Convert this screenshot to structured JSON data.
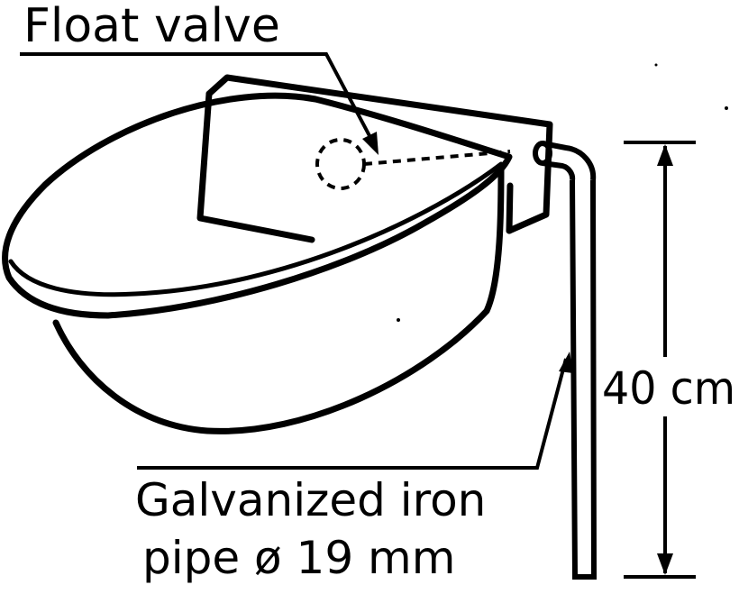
{
  "labels": {
    "float_valve": "Float valve",
    "pipe_line1": "Galvanized iron",
    "pipe_line2": "pipe ø 19 mm",
    "height": "40 cm"
  },
  "colors": {
    "ink": "#000000",
    "paper": "#ffffff"
  }
}
